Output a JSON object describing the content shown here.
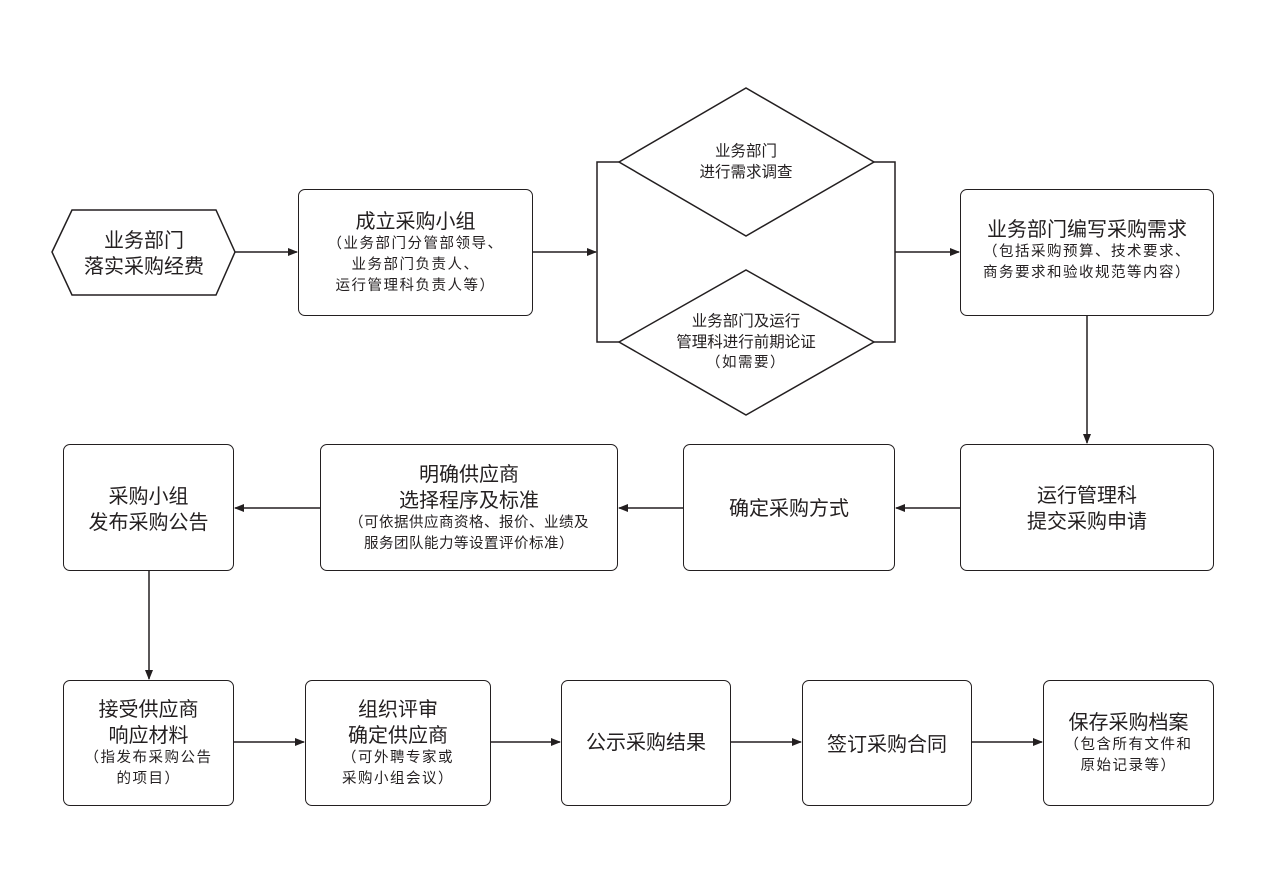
{
  "colors": {
    "stroke": "#231f20",
    "background": "#ffffff"
  },
  "start": {
    "main": "业务部门\n落实采购经费"
  },
  "form_group": {
    "main": "成立采购小组",
    "sub": "（业务部门分管部领导、\n业务部门负责人、\n运行管理科负责人等）"
  },
  "decision_survey": {
    "main": "业务部门\n进行需求调查"
  },
  "decision_demo": {
    "main": "业务部门及运行\n管理科进行前期论证",
    "sub": "（如需要）"
  },
  "write_req": {
    "main": "业务部门编写采购需求",
    "sub": "（包括采购预算、技术要求、\n商务要求和验收规范等内容）"
  },
  "submit": {
    "main": "运行管理科\n提交采购申请"
  },
  "method": {
    "main": "确定采购方式"
  },
  "criteria": {
    "main": "明确供应商\n选择程序及标准",
    "sub": "（可依据供应商资格、报价、业绩及\n服务团队能力等设置评价标准）"
  },
  "announce": {
    "main": "采购小组\n发布采购公告"
  },
  "receive": {
    "main": "接受供应商\n响应材料",
    "sub": "（指发布采购公告\n的项目）"
  },
  "review": {
    "main": "组织评审\n确定供应商",
    "sub": "（可外聘专家或\n采购小组会议）"
  },
  "publicize": {
    "main": "公示采购结果"
  },
  "contract": {
    "main": "签订采购合同"
  },
  "archive": {
    "main": "保存采购档案",
    "sub": "（包含所有文件和\n原始记录等）"
  }
}
